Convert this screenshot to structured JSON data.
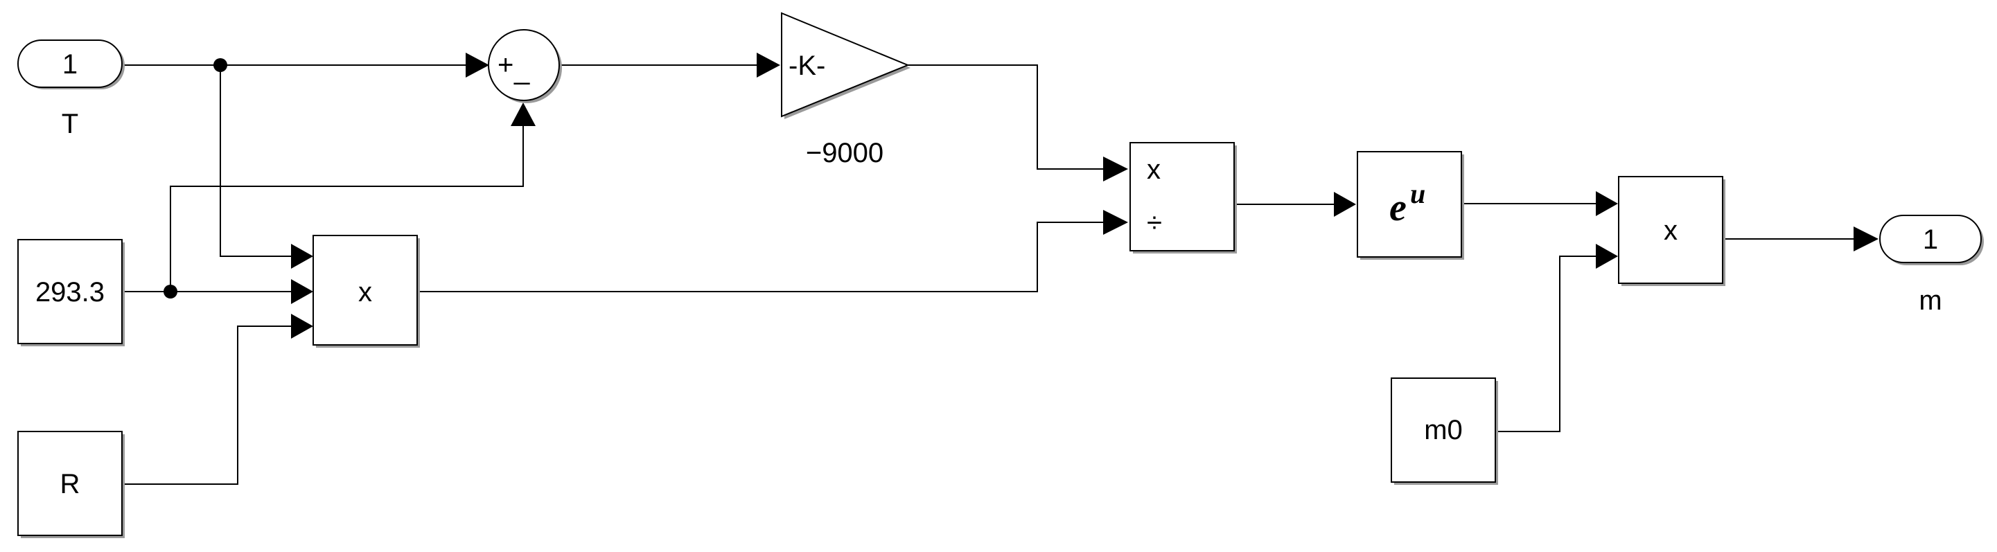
{
  "inport": {
    "number": "1",
    "name": "T"
  },
  "outport": {
    "number": "1",
    "name": "m"
  },
  "constants": {
    "temp_ref": "293.3",
    "gas_const": "R",
    "initial_mass": "m0"
  },
  "sum": {
    "plus": "+",
    "minus": "_"
  },
  "gain": {
    "label": "-K-",
    "value": "−9000"
  },
  "product_three": {
    "op": "x"
  },
  "divide": {
    "multiply_op": "x",
    "divide_op": "÷"
  },
  "exp": {
    "base": "e",
    "exponent": "u"
  },
  "product_out": {
    "op": "x"
  }
}
